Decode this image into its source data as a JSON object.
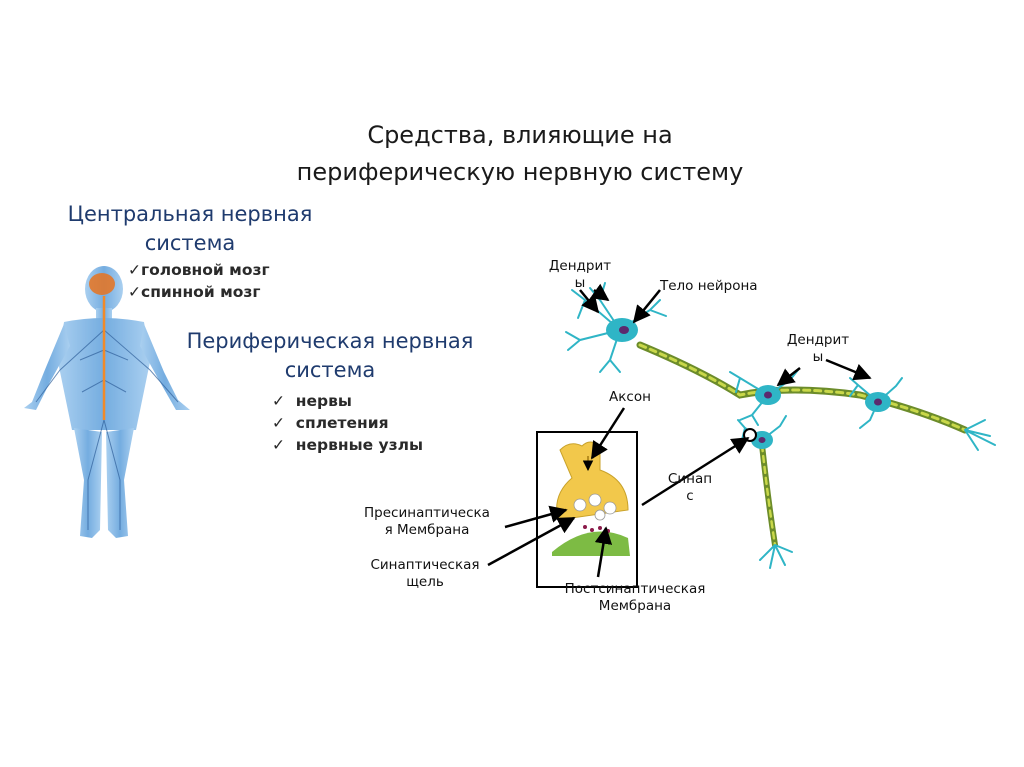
{
  "title": {
    "line1": "Средства, влияющие на",
    "line2": "периферическую нервную систему"
  },
  "cns": {
    "heading_line1": "Центральная нервная",
    "heading_line2": "система",
    "items": [
      "головной мозг",
      "спинной мозг"
    ]
  },
  "pns": {
    "heading_line1": "Периферическая нервная",
    "heading_line2": "система",
    "items": [
      "нервы",
      "сплетения",
      "нервные узлы"
    ]
  },
  "check_glyph": "✓",
  "labels": {
    "dendrites_left_1": "Дендрит",
    "dendrites_left_2": "ы",
    "neuron_body": "Тело нейрона",
    "dendrites_right_1": "Дендрит",
    "dendrites_right_2": "ы",
    "axon": "Аксон",
    "synapse_1": "Синап",
    "synapse_2": "с",
    "presynaptic_1": "Пресинаптическа",
    "presynaptic_2": "я Мембрана",
    "cleft_1": "Синаптическая",
    "cleft_2": "щель",
    "postsynaptic_1": "Постсинаптическая",
    "postsynaptic_2": "Мембрана"
  },
  "colors": {
    "heading": "#1f3b6e",
    "body_figure": "#6fa8dc",
    "neuron": "#2fb5c6",
    "axon_sheath": "#6c8c2a",
    "synapse_terminal": "#f2c84b",
    "postsynaptic": "#7dbb44"
  }
}
